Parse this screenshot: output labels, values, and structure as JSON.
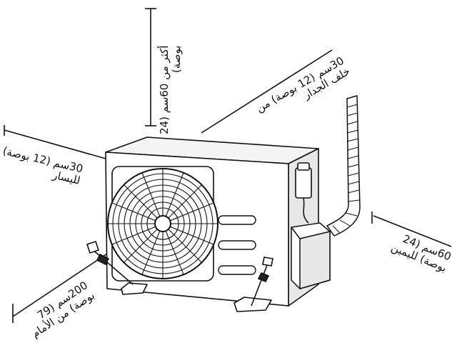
{
  "diagram": {
    "colors": {
      "stroke": "#111111",
      "fill": "#ffffff",
      "shade": "#e8e8e8",
      "dark": "#222222"
    },
    "labels": {
      "top": {
        "line1": "أكثر من 60سم (24",
        "line2": "بوصة)"
      },
      "behind": {
        "line1": "30سم (12 بوصة) من",
        "line2": "خلف الجدار"
      },
      "left": {
        "line1": "30سم (12 بوصة)",
        "line2": "لليسار"
      },
      "right": {
        "line1": "60سم (24",
        "line2": "بوصة) لليمين"
      },
      "front": {
        "line1": "200سم (79",
        "line2": "بوصة) من الأمام"
      }
    },
    "icons": [
      "outdoor-unit-icon",
      "fan-grille-icon",
      "refrigerant-pipe-icon",
      "valve-cover-icon",
      "mounting-bolt-icon"
    ]
  }
}
